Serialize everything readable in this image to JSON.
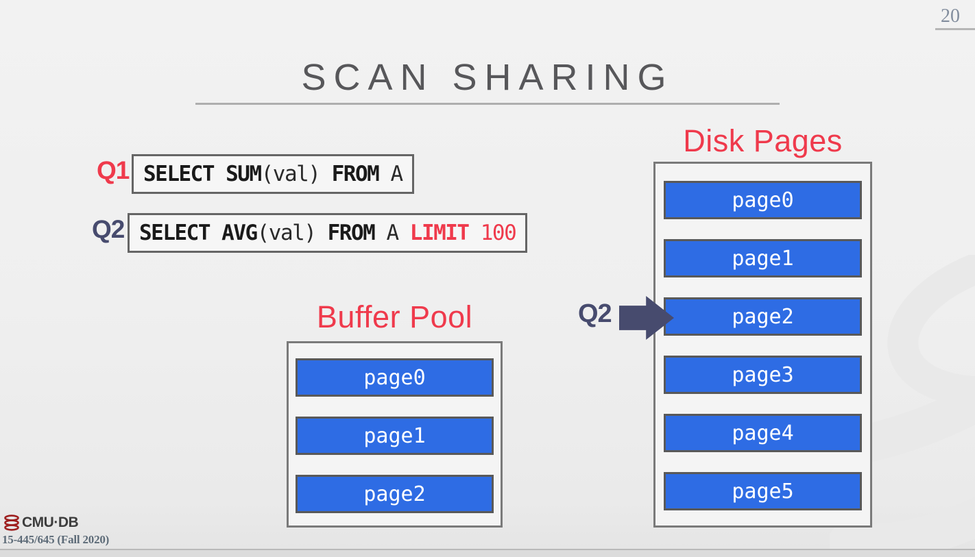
{
  "page_number": "20",
  "header": {
    "title": "SCAN SHARING"
  },
  "queries": [
    {
      "label": "Q1",
      "sql_full": "SELECT SUM(val) FROM A",
      "tokens": [
        "SELECT SUM",
        "(val)",
        " FROM ",
        "A"
      ]
    },
    {
      "label": "Q2",
      "sql_full": "SELECT AVG(val) FROM A LIMIT 100",
      "tokens": [
        "SELECT AVG",
        "(val)",
        " FROM ",
        "A ",
        "LIMIT",
        " 100"
      ]
    }
  ],
  "buffer": {
    "title": "Buffer Pool",
    "pages": [
      "page0",
      "page1",
      "page2"
    ]
  },
  "disk": {
    "title": "Disk Pages",
    "pages": [
      "page0",
      "page1",
      "page2",
      "page3",
      "page4",
      "page5"
    ]
  },
  "pointer": {
    "label": "Q2",
    "target": "page2"
  },
  "footer": {
    "brand": "CMU·DB",
    "course": "15-445/645 (Fall 2020)"
  },
  "colors": {
    "accent_red": "#ef3a4c",
    "page_blue": "#2e6ce4",
    "arrow_navy": "#474b6e",
    "title_gray": "#57575a",
    "logo_red": "#9e1f1f"
  }
}
